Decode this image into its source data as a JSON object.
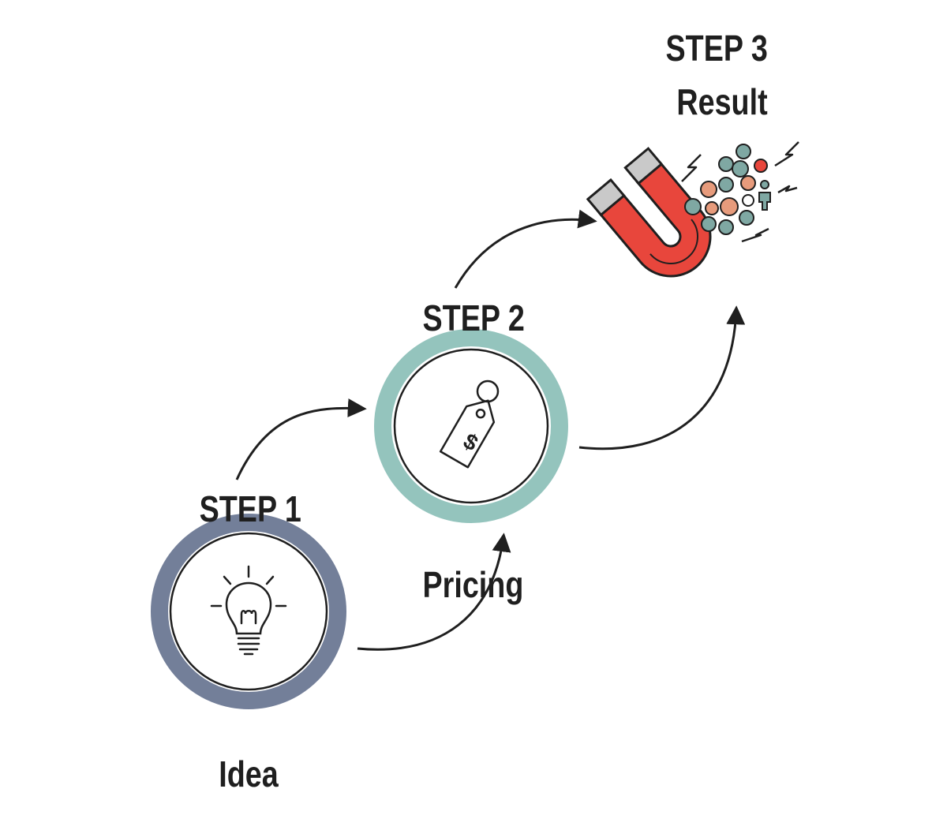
{
  "steps": [
    {
      "label": "STEP 1",
      "name": "Idea",
      "ring_color": "#737f99",
      "icon": "lightbulb-icon"
    },
    {
      "label": "STEP 2",
      "name": "Pricing",
      "ring_color": "#94c4bd",
      "icon": "price-tag-icon"
    },
    {
      "label": "STEP 3",
      "name": "Result",
      "ring_color": "",
      "icon": "magnet-people-icon"
    }
  ],
  "price_symbol": "$",
  "colors": {
    "text": "#1f1f1f",
    "line": "#1f1f1f",
    "magnet_red": "#e8463c",
    "magnet_tip": "#c9c9c9",
    "people_teal": "#7fa8a3",
    "people_orange": "#e79b7c"
  }
}
